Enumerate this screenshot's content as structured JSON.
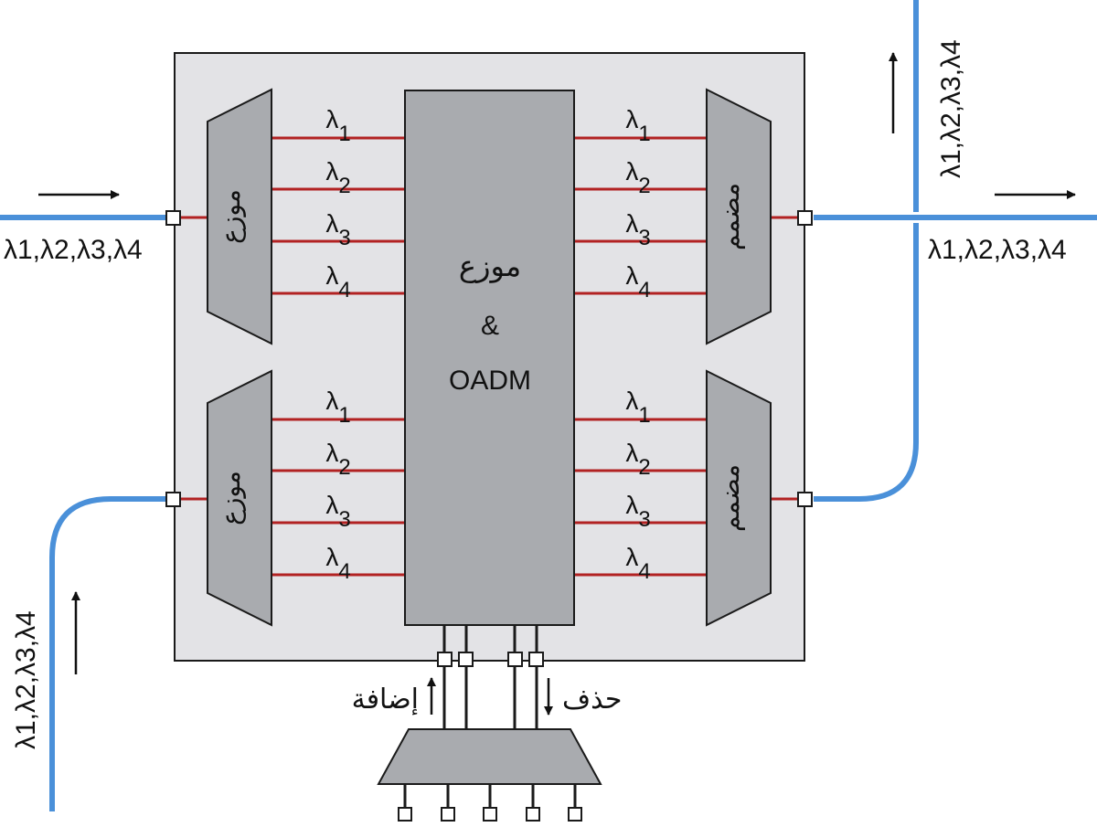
{
  "colors": {
    "fiber": "#4a90d9",
    "channel_line": "#b22222",
    "panel": "#e3e3e6",
    "block": "#a9abaf",
    "stroke": "#1a1a1a"
  },
  "input_east_label": "λ1,λ2,λ3,λ4",
  "output_east_label": "λ1,λ2,λ3,λ4",
  "input_north_label": "λ1,λ2,λ3,λ4",
  "output_north_label": "λ1,λ2,λ3,λ4",
  "left_top_demux": "موزع",
  "left_bottom_demux": "موزع",
  "right_top_mux": "مضمم",
  "right_bottom_mux": "مضمم",
  "center_block": {
    "line1": "موزع",
    "line2": "&",
    "line3": "OADM"
  },
  "channels": [
    {
      "sym": "λ",
      "sub": "1"
    },
    {
      "sym": "λ",
      "sub": "2"
    },
    {
      "sym": "λ",
      "sub": "3"
    },
    {
      "sym": "λ",
      "sub": "4"
    }
  ],
  "add_label": "إضافة",
  "drop_label": "حذف"
}
